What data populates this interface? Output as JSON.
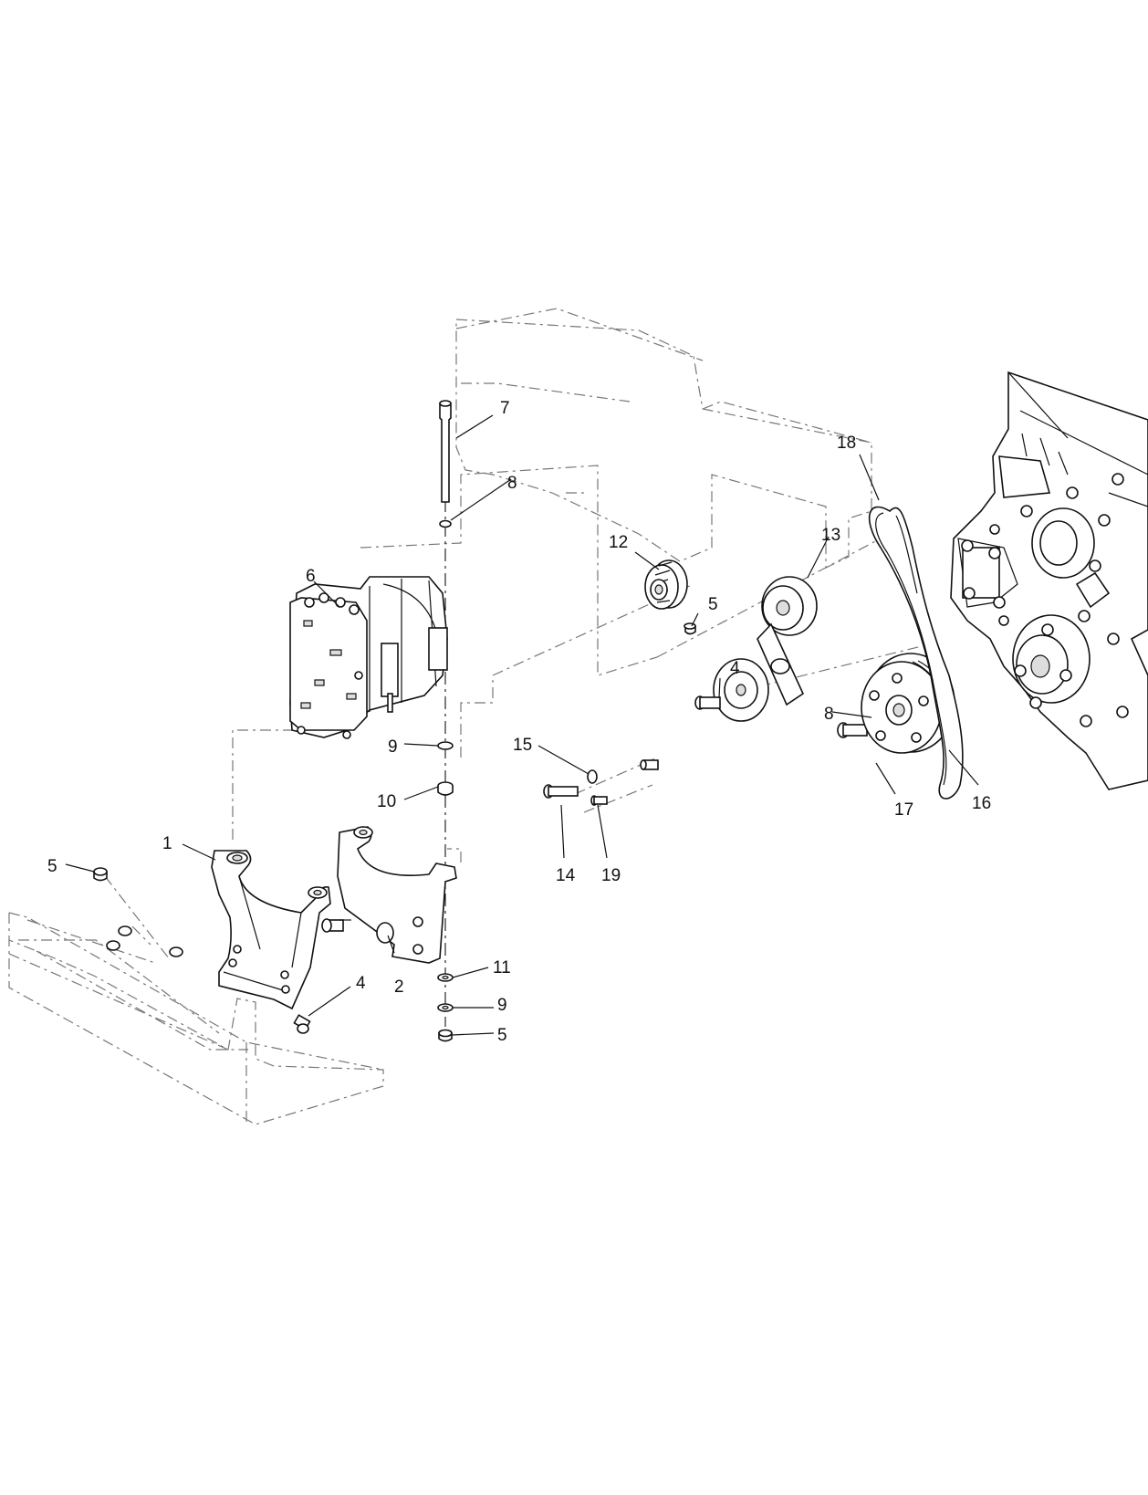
{
  "callouts": [
    {
      "id": "c1",
      "text": "1"
    },
    {
      "id": "c2",
      "text": "2"
    },
    {
      "id": "c4a",
      "text": "4"
    },
    {
      "id": "c4b",
      "text": "4"
    },
    {
      "id": "c5a",
      "text": "5"
    },
    {
      "id": "c5b",
      "text": "5"
    },
    {
      "id": "c5c",
      "text": "5"
    },
    {
      "id": "c6",
      "text": "6"
    },
    {
      "id": "c7",
      "text": "7"
    },
    {
      "id": "c8a",
      "text": "8"
    },
    {
      "id": "c8b",
      "text": "8"
    },
    {
      "id": "c9a",
      "text": "9"
    },
    {
      "id": "c9b",
      "text": "9"
    },
    {
      "id": "c10",
      "text": "10"
    },
    {
      "id": "c11",
      "text": "11"
    },
    {
      "id": "c12",
      "text": "12"
    },
    {
      "id": "c13",
      "text": "13"
    },
    {
      "id": "c14",
      "text": "14"
    },
    {
      "id": "c15",
      "text": "15"
    },
    {
      "id": "c16",
      "text": "16"
    },
    {
      "id": "c17",
      "text": "17"
    },
    {
      "id": "c18",
      "text": "18"
    },
    {
      "id": "c19",
      "text": "19"
    }
  ]
}
